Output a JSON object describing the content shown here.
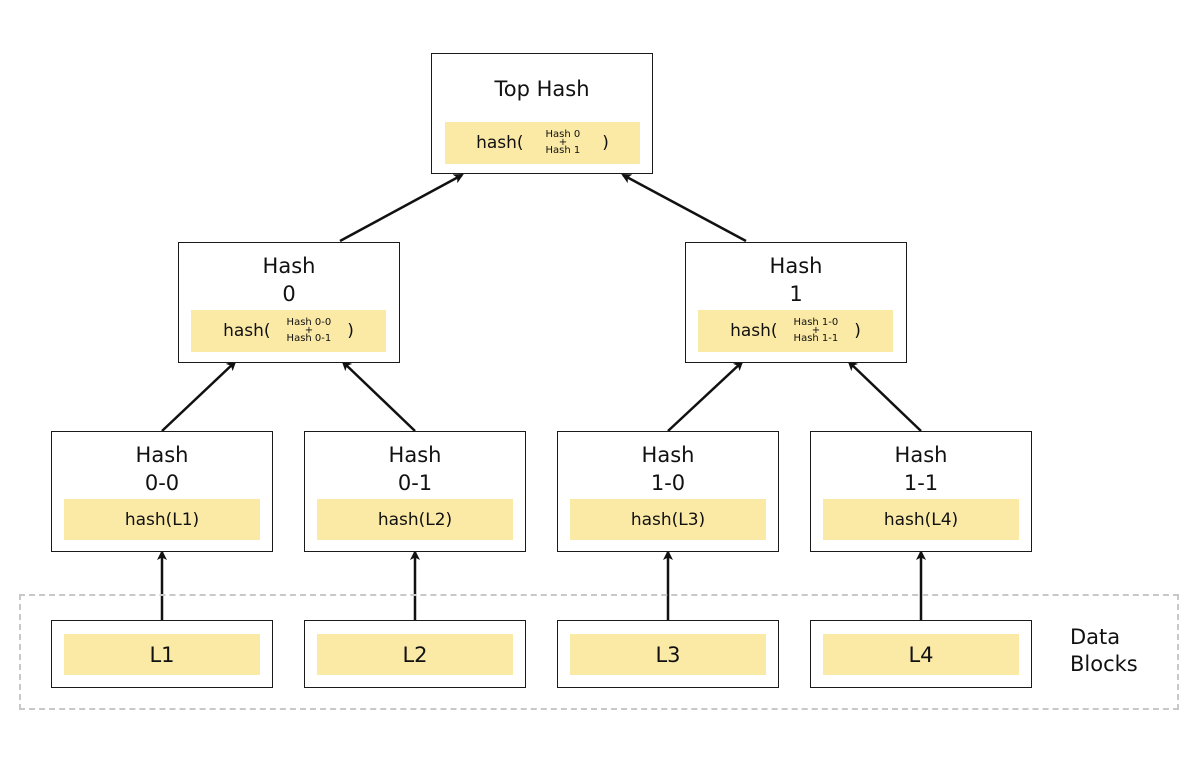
{
  "top": {
    "title": "Top Hash",
    "fn": "hash(",
    "inputs": [
      "Hash 0",
      "+",
      "Hash 1"
    ],
    "close": ")"
  },
  "mid": [
    {
      "title_a": "Hash",
      "title_b": "0",
      "fn": "hash(",
      "inputs": [
        "Hash 0-0",
        "+",
        "Hash 0-1"
      ],
      "close": ")"
    },
    {
      "title_a": "Hash",
      "title_b": "1",
      "fn": "hash(",
      "inputs": [
        "Hash 1-0",
        "+",
        "Hash 1-1"
      ],
      "close": ")"
    }
  ],
  "leaves": [
    {
      "title_a": "Hash",
      "title_b": "0-0",
      "expr": "hash(L1)"
    },
    {
      "title_a": "Hash",
      "title_b": "0-1",
      "expr": "hash(L2)"
    },
    {
      "title_a": "Hash",
      "title_b": "1-0",
      "expr": "hash(L3)"
    },
    {
      "title_a": "Hash",
      "title_b": "1-1",
      "expr": "hash(L4)"
    }
  ],
  "blocks": [
    "L1",
    "L2",
    "L3",
    "L4"
  ],
  "data_blocks_label": [
    "Data",
    "Blocks"
  ],
  "colors": {
    "highlight": "#fbe9a6",
    "border": "#1a1a1a",
    "dashed": "#c8c8c8"
  }
}
